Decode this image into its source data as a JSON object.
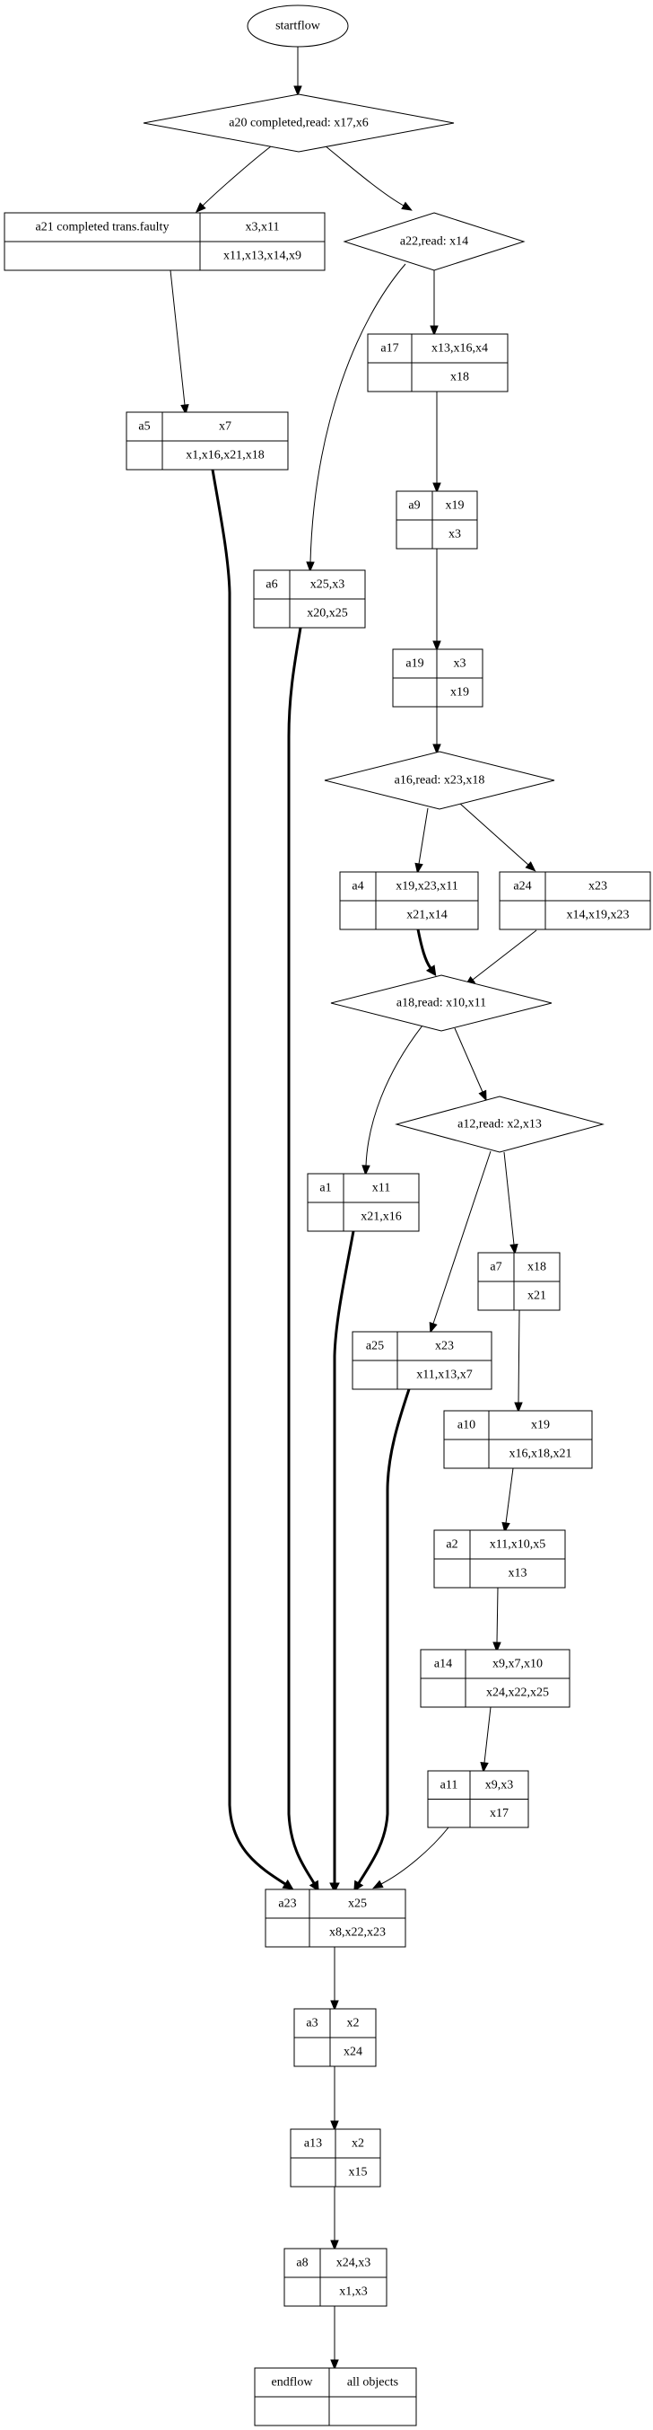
{
  "diagram": {
    "type": "workflow-graph",
    "nodes": [
      {
        "id": "startflow",
        "shape": "ellipse",
        "label": "startflow"
      },
      {
        "id": "a20",
        "shape": "diamond",
        "label": "a20 completed,read: x17,x6"
      },
      {
        "id": "a21",
        "shape": "record",
        "name": "a21 completed trans.faulty",
        "read": "x3,x11",
        "write": "x11,x13,x14,x9"
      },
      {
        "id": "a22",
        "shape": "diamond",
        "label": "a22,read: x14"
      },
      {
        "id": "a17",
        "shape": "record",
        "name": "a17",
        "read": "x13,x16,x4",
        "write": "x18"
      },
      {
        "id": "a5",
        "shape": "record",
        "name": "a5",
        "read": "x7",
        "write": "x1,x16,x21,x18"
      },
      {
        "id": "a9",
        "shape": "record",
        "name": "a9",
        "read": "x19",
        "write": "x3"
      },
      {
        "id": "a6",
        "shape": "record",
        "name": "a6",
        "read": "x25,x3",
        "write": "x20,x25"
      },
      {
        "id": "a19",
        "shape": "record",
        "name": "a19",
        "read": "x3",
        "write": "x19"
      },
      {
        "id": "a16",
        "shape": "diamond",
        "label": "a16,read: x23,x18"
      },
      {
        "id": "a4",
        "shape": "record",
        "name": "a4",
        "read": "x19,x23,x11",
        "write": "x21,x14"
      },
      {
        "id": "a24",
        "shape": "record",
        "name": "a24",
        "read": "x23",
        "write": "x14,x19,x23"
      },
      {
        "id": "a18",
        "shape": "diamond",
        "label": "a18,read: x10,x11"
      },
      {
        "id": "a12",
        "shape": "diamond",
        "label": "a12,read: x2,x13"
      },
      {
        "id": "a1",
        "shape": "record",
        "name": "a1",
        "read": "x11",
        "write": "x21,x16"
      },
      {
        "id": "a7",
        "shape": "record",
        "name": "a7",
        "read": "x18",
        "write": "x21"
      },
      {
        "id": "a25",
        "shape": "record",
        "name": "a25",
        "read": "x23",
        "write": "x11,x13,x7"
      },
      {
        "id": "a10",
        "shape": "record",
        "name": "a10",
        "read": "x19",
        "write": "x16,x18,x21"
      },
      {
        "id": "a2",
        "shape": "record",
        "name": "a2",
        "read": "x11,x10,x5",
        "write": "x13"
      },
      {
        "id": "a14",
        "shape": "record",
        "name": "a14",
        "read": "x9,x7,x10",
        "write": "x24,x22,x25"
      },
      {
        "id": "a11",
        "shape": "record",
        "name": "a11",
        "read": "x9,x3",
        "write": "x17"
      },
      {
        "id": "a23",
        "shape": "record",
        "name": "a23",
        "read": "x25",
        "write": "x8,x22,x23"
      },
      {
        "id": "a3",
        "shape": "record",
        "name": "a3",
        "read": "x2",
        "write": "x24"
      },
      {
        "id": "a13",
        "shape": "record",
        "name": "a13",
        "read": "x2",
        "write": "x15"
      },
      {
        "id": "a8",
        "shape": "record",
        "name": "a8",
        "read": "x24,x3",
        "write": "x1,x3"
      },
      {
        "id": "endflow",
        "shape": "record",
        "name": "endflow",
        "read": "all objects",
        "write": ""
      }
    ],
    "edges": [
      {
        "from": "startflow",
        "to": "a20",
        "bold": false
      },
      {
        "from": "a20",
        "to": "a21",
        "bold": false
      },
      {
        "from": "a20",
        "to": "a22",
        "bold": false
      },
      {
        "from": "a21",
        "to": "a5",
        "bold": false
      },
      {
        "from": "a22",
        "to": "a17",
        "bold": false
      },
      {
        "from": "a22",
        "to": "a6",
        "bold": false
      },
      {
        "from": "a17",
        "to": "a9",
        "bold": false
      },
      {
        "from": "a9",
        "to": "a19",
        "bold": false
      },
      {
        "from": "a19",
        "to": "a16",
        "bold": false
      },
      {
        "from": "a16",
        "to": "a4",
        "bold": false
      },
      {
        "from": "a16",
        "to": "a24",
        "bold": false
      },
      {
        "from": "a4",
        "to": "a18",
        "bold": true
      },
      {
        "from": "a24",
        "to": "a18",
        "bold": false
      },
      {
        "from": "a18",
        "to": "a1",
        "bold": false
      },
      {
        "from": "a18",
        "to": "a12",
        "bold": false
      },
      {
        "from": "a12",
        "to": "a7",
        "bold": false
      },
      {
        "from": "a12",
        "to": "a25",
        "bold": false
      },
      {
        "from": "a7",
        "to": "a10",
        "bold": false
      },
      {
        "from": "a10",
        "to": "a2",
        "bold": false
      },
      {
        "from": "a2",
        "to": "a14",
        "bold": false
      },
      {
        "from": "a14",
        "to": "a11",
        "bold": false
      },
      {
        "from": "a5",
        "to": "a23",
        "bold": true
      },
      {
        "from": "a6",
        "to": "a23",
        "bold": true
      },
      {
        "from": "a1",
        "to": "a23",
        "bold": true
      },
      {
        "from": "a25",
        "to": "a23",
        "bold": true
      },
      {
        "from": "a11",
        "to": "a23",
        "bold": false
      },
      {
        "from": "a23",
        "to": "a3",
        "bold": false
      },
      {
        "from": "a3",
        "to": "a13",
        "bold": false
      },
      {
        "from": "a13",
        "to": "a8",
        "bold": false
      },
      {
        "from": "a8",
        "to": "endflow",
        "bold": false
      }
    ]
  }
}
